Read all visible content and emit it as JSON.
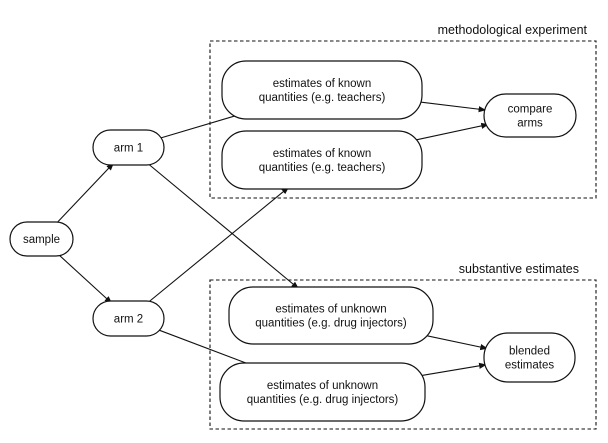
{
  "groups": [
    {
      "id": "methodological-experiment",
      "title": "methodological experiment"
    },
    {
      "id": "substantive-estimates",
      "title": "substantive estimates"
    }
  ],
  "nodes": [
    {
      "id": "sample",
      "lines": [
        "sample"
      ]
    },
    {
      "id": "arm-1",
      "lines": [
        "arm 1"
      ]
    },
    {
      "id": "arm-2",
      "lines": [
        "arm 2"
      ]
    },
    {
      "id": "known-estimates-1",
      "lines": [
        "estimates of known",
        "quantities (e.g. teachers)"
      ]
    },
    {
      "id": "known-estimates-2",
      "lines": [
        "estimates of known",
        "quantities (e.g. teachers)"
      ]
    },
    {
      "id": "compare-arms",
      "lines": [
        "compare",
        "arms"
      ]
    },
    {
      "id": "unknown-estimates-1",
      "lines": [
        "estimates of unknown",
        "quantities (e.g. drug injectors)"
      ]
    },
    {
      "id": "unknown-estimates-2",
      "lines": [
        "estimates of unknown",
        "quantities (e.g. drug injectors)"
      ]
    },
    {
      "id": "blended-estimates",
      "lines": [
        "blended",
        "estimates"
      ]
    }
  ],
  "edges": [
    {
      "from": "sample",
      "to": "arm-1"
    },
    {
      "from": "sample",
      "to": "arm-2"
    },
    {
      "from": "arm-1",
      "to": "known-estimates-1"
    },
    {
      "from": "arm-1",
      "to": "unknown-estimates-1"
    },
    {
      "from": "arm-2",
      "to": "known-estimates-2"
    },
    {
      "from": "arm-2",
      "to": "unknown-estimates-2"
    },
    {
      "from": "known-estimates-1",
      "to": "compare-arms"
    },
    {
      "from": "known-estimates-2",
      "to": "compare-arms"
    },
    {
      "from": "unknown-estimates-1",
      "to": "blended-estimates"
    },
    {
      "from": "unknown-estimates-2",
      "to": "blended-estimates"
    }
  ]
}
